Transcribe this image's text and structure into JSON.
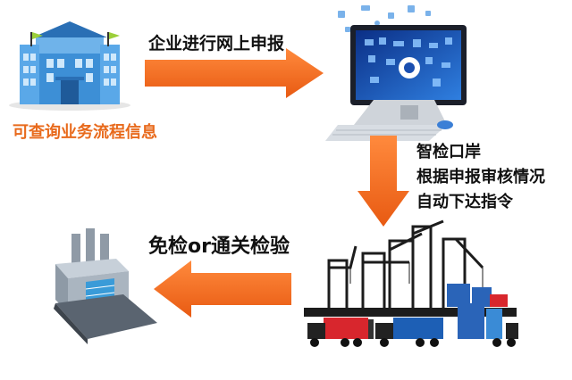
{
  "steps": {
    "enterprise_online_declaration": "企业进行网上申报",
    "query_process_info": "可查询业务流程信息",
    "smart_port_lines": [
      "智检口岸",
      "根据申报审核情况",
      "自动下达指令"
    ],
    "exempt_or_clearance": "免检or通关检验"
  },
  "colors": {
    "arrow": "#f26a21",
    "accent_text": "#e86a1c",
    "building": "#3d8fd6",
    "computer_screen": "#1a4fb0",
    "container_red": "#d8262d",
    "container_blue": "#2a64b8"
  },
  "icons": [
    "office-building-icon",
    "computer-icon",
    "port-crane-icon",
    "factory-icon"
  ]
}
